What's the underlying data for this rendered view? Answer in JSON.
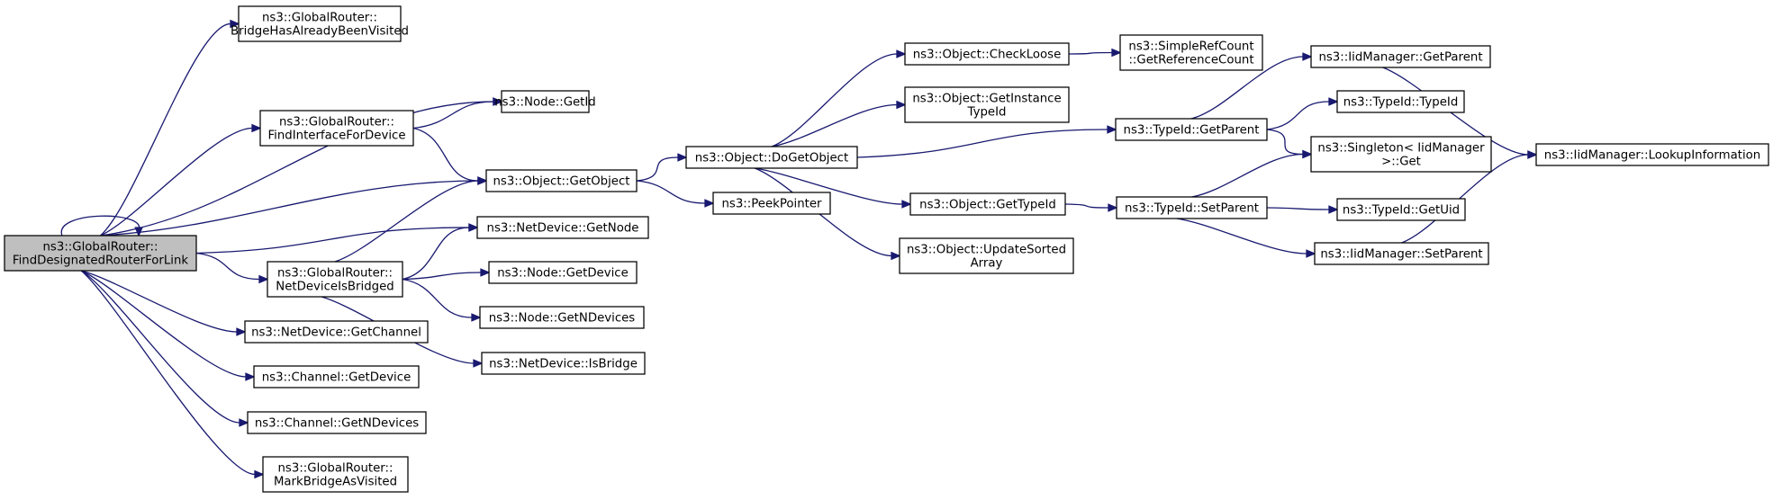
{
  "colors": {
    "edge": "#191970",
    "root_fill": "#bfbfbf",
    "node_fill": "#ffffff",
    "node_border": "#000000"
  },
  "nodes": [
    {
      "id": "n0",
      "lines": [
        "ns3::GlobalRouter::",
        "FindDesignatedRouterForLink"
      ],
      "root": true
    },
    {
      "id": "n1",
      "lines": [
        "ns3::GlobalRouter::",
        "BridgeHasAlreadyBeenVisited"
      ]
    },
    {
      "id": "n2",
      "lines": [
        "ns3::Node::GetId"
      ]
    },
    {
      "id": "n3",
      "lines": [
        "ns3::GlobalRouter::",
        "FindInterfaceForDevice"
      ]
    },
    {
      "id": "n4",
      "lines": [
        "ns3::Object::GetObject"
      ]
    },
    {
      "id": "n5",
      "lines": [
        "ns3::NetDevice::GetNode"
      ]
    },
    {
      "id": "n6",
      "lines": [
        "ns3::GlobalRouter::",
        "NetDeviceIsBridged"
      ]
    },
    {
      "id": "n7",
      "lines": [
        "ns3::NetDevice::GetChannel"
      ]
    },
    {
      "id": "n8",
      "lines": [
        "ns3::Channel::GetDevice"
      ]
    },
    {
      "id": "n9",
      "lines": [
        "ns3::Channel::GetNDevices"
      ]
    },
    {
      "id": "n10",
      "lines": [
        "ns3::GlobalRouter::",
        "MarkBridgeAsVisited"
      ]
    },
    {
      "id": "n11",
      "lines": [
        "ns3::Node::GetDevice"
      ]
    },
    {
      "id": "n12",
      "lines": [
        "ns3::Node::GetNDevices"
      ]
    },
    {
      "id": "n13",
      "lines": [
        "ns3::NetDevice::IsBridge"
      ]
    },
    {
      "id": "n14",
      "lines": [
        "ns3::Object::DoGetObject"
      ]
    },
    {
      "id": "n15",
      "lines": [
        "ns3::PeekPointer"
      ]
    },
    {
      "id": "n16",
      "lines": [
        "ns3::Object::CheckLoose"
      ]
    },
    {
      "id": "n17",
      "lines": [
        "ns3::Object::GetInstance",
        "TypeId"
      ]
    },
    {
      "id": "n18",
      "lines": [
        "ns3::Object::GetTypeId"
      ]
    },
    {
      "id": "n19",
      "lines": [
        "ns3::Object::UpdateSorted",
        "Array"
      ]
    },
    {
      "id": "n20",
      "lines": [
        "ns3::SimpleRefCount",
        "::GetReferenceCount"
      ]
    },
    {
      "id": "n21",
      "lines": [
        "ns3::TypeId::GetParent"
      ]
    },
    {
      "id": "n22",
      "lines": [
        "ns3::TypeId::SetParent"
      ]
    },
    {
      "id": "n23",
      "lines": [
        "ns3::IidManager::GetParent"
      ]
    },
    {
      "id": "n24",
      "lines": [
        "ns3::TypeId::TypeId"
      ]
    },
    {
      "id": "n25",
      "lines": [
        "ns3::Singleton< IidManager",
        " >::Get"
      ]
    },
    {
      "id": "n26",
      "lines": [
        "ns3::TypeId::GetUid"
      ]
    },
    {
      "id": "n27",
      "lines": [
        "ns3::IidManager::SetParent"
      ]
    },
    {
      "id": "n28",
      "lines": [
        "ns3::IidManager::LookupInformation"
      ]
    }
  ],
  "edges": [
    {
      "from": "n0",
      "to": "n0"
    },
    {
      "from": "n0",
      "to": "n1"
    },
    {
      "from": "n0",
      "to": "n2"
    },
    {
      "from": "n0",
      "to": "n3"
    },
    {
      "from": "n0",
      "to": "n4"
    },
    {
      "from": "n0",
      "to": "n5"
    },
    {
      "from": "n0",
      "to": "n6"
    },
    {
      "from": "n0",
      "to": "n7"
    },
    {
      "from": "n0",
      "to": "n8"
    },
    {
      "from": "n0",
      "to": "n9"
    },
    {
      "from": "n0",
      "to": "n10"
    },
    {
      "from": "n3",
      "to": "n2"
    },
    {
      "from": "n3",
      "to": "n4"
    },
    {
      "from": "n6",
      "to": "n4"
    },
    {
      "from": "n6",
      "to": "n5"
    },
    {
      "from": "n6",
      "to": "n11"
    },
    {
      "from": "n6",
      "to": "n12"
    },
    {
      "from": "n6",
      "to": "n13"
    },
    {
      "from": "n4",
      "to": "n14"
    },
    {
      "from": "n4",
      "to": "n15"
    },
    {
      "from": "n14",
      "to": "n16"
    },
    {
      "from": "n14",
      "to": "n17"
    },
    {
      "from": "n14",
      "to": "n21"
    },
    {
      "from": "n14",
      "to": "n18"
    },
    {
      "from": "n14",
      "to": "n19"
    },
    {
      "from": "n16",
      "to": "n20"
    },
    {
      "from": "n18",
      "to": "n22"
    },
    {
      "from": "n21",
      "to": "n23"
    },
    {
      "from": "n21",
      "to": "n24"
    },
    {
      "from": "n21",
      "to": "n25"
    },
    {
      "from": "n22",
      "to": "n25"
    },
    {
      "from": "n22",
      "to": "n26"
    },
    {
      "from": "n22",
      "to": "n27"
    },
    {
      "from": "n23",
      "to": "n28"
    },
    {
      "from": "n27",
      "to": "n28"
    }
  ]
}
